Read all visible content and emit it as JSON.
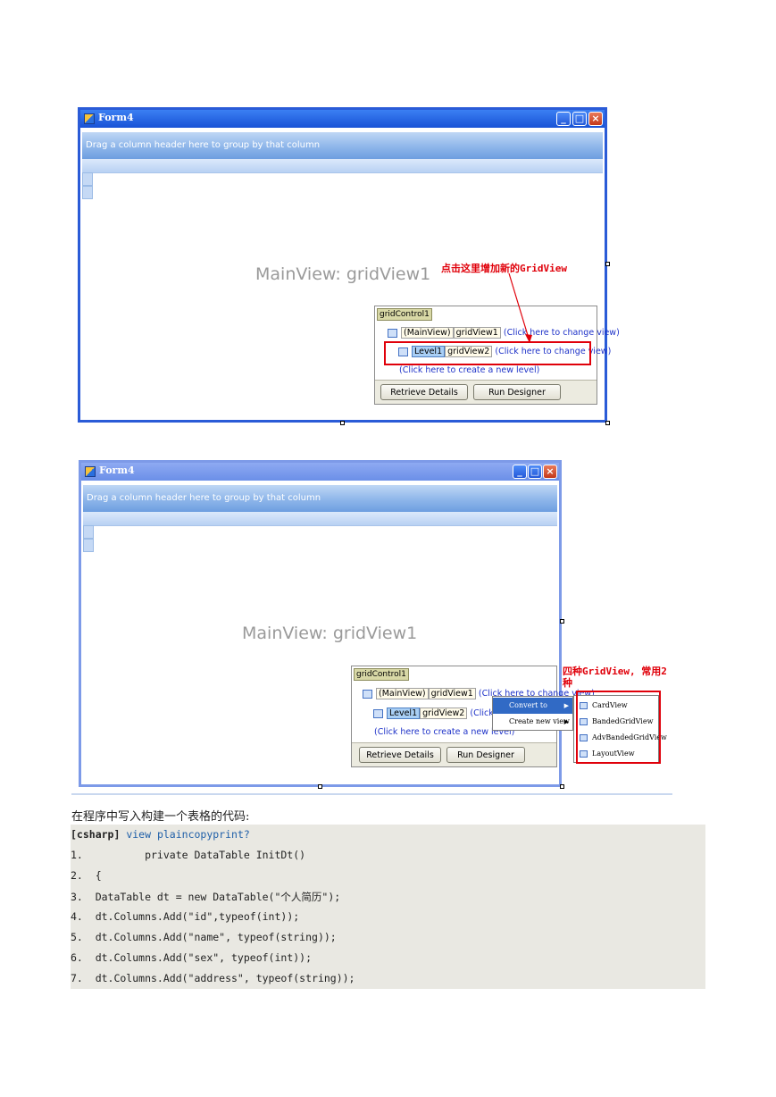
{
  "screenshot1": {
    "form_title": "Form4",
    "group_panel_text": "Drag a column header here to group by that column",
    "main_view_label": "MainView: gridView1",
    "levels": {
      "control_name": "gridControl1",
      "row1": {
        "view": "(MainView)",
        "name": "gridView1",
        "link": "(Click here to change view)"
      },
      "row2": {
        "view": "Level1",
        "name": "gridView2",
        "link": "(Click here to change view)"
      },
      "create_link": "(Click here to create a new level)"
    },
    "buttons": {
      "retrieve": "Retrieve Details",
      "designer": "Run Designer"
    },
    "annotation": "点击这里增加新的GridView"
  },
  "screenshot2": {
    "form_title": "Form4",
    "group_panel_text": "Drag a column header here to group by that column",
    "main_view_label": "MainView: gridView1",
    "levels": {
      "control_name": "gridControl1",
      "row1": {
        "view": "(MainView)",
        "name": "gridView1",
        "link": "(Click here to change view)"
      },
      "row2": {
        "view": "Level1",
        "name": "gridView2",
        "link": "(Click here to change view)"
      },
      "create_link": "(Click here to create a new level)"
    },
    "buttons": {
      "retrieve": "Retrieve Details",
      "designer": "Run Designer"
    },
    "context_menu": {
      "convert": "Convert to",
      "create": "Create new view"
    },
    "submenu": [
      "CardView",
      "BandedGridView",
      "AdvBandedGridView",
      "LayoutView"
    ],
    "annotation_line1": "四种GridView, 常用2",
    "annotation_line2": "种"
  },
  "paragraph": "在程序中写入构建一个表格的代码:",
  "code": {
    "lang": "[csharp]",
    "links": "view plaincopyprint?",
    "lines": [
      "1.          private DataTable InitDt()",
      "2.  {",
      "3.  DataTable dt = new DataTable(\"个人简历\");",
      "4.  dt.Columns.Add(\"id\",typeof(int));",
      "5.  dt.Columns.Add(\"name\", typeof(string));",
      "6.  dt.Columns.Add(\"sex\", typeof(int));",
      "7.  dt.Columns.Add(\"address\", typeof(string));"
    ]
  }
}
